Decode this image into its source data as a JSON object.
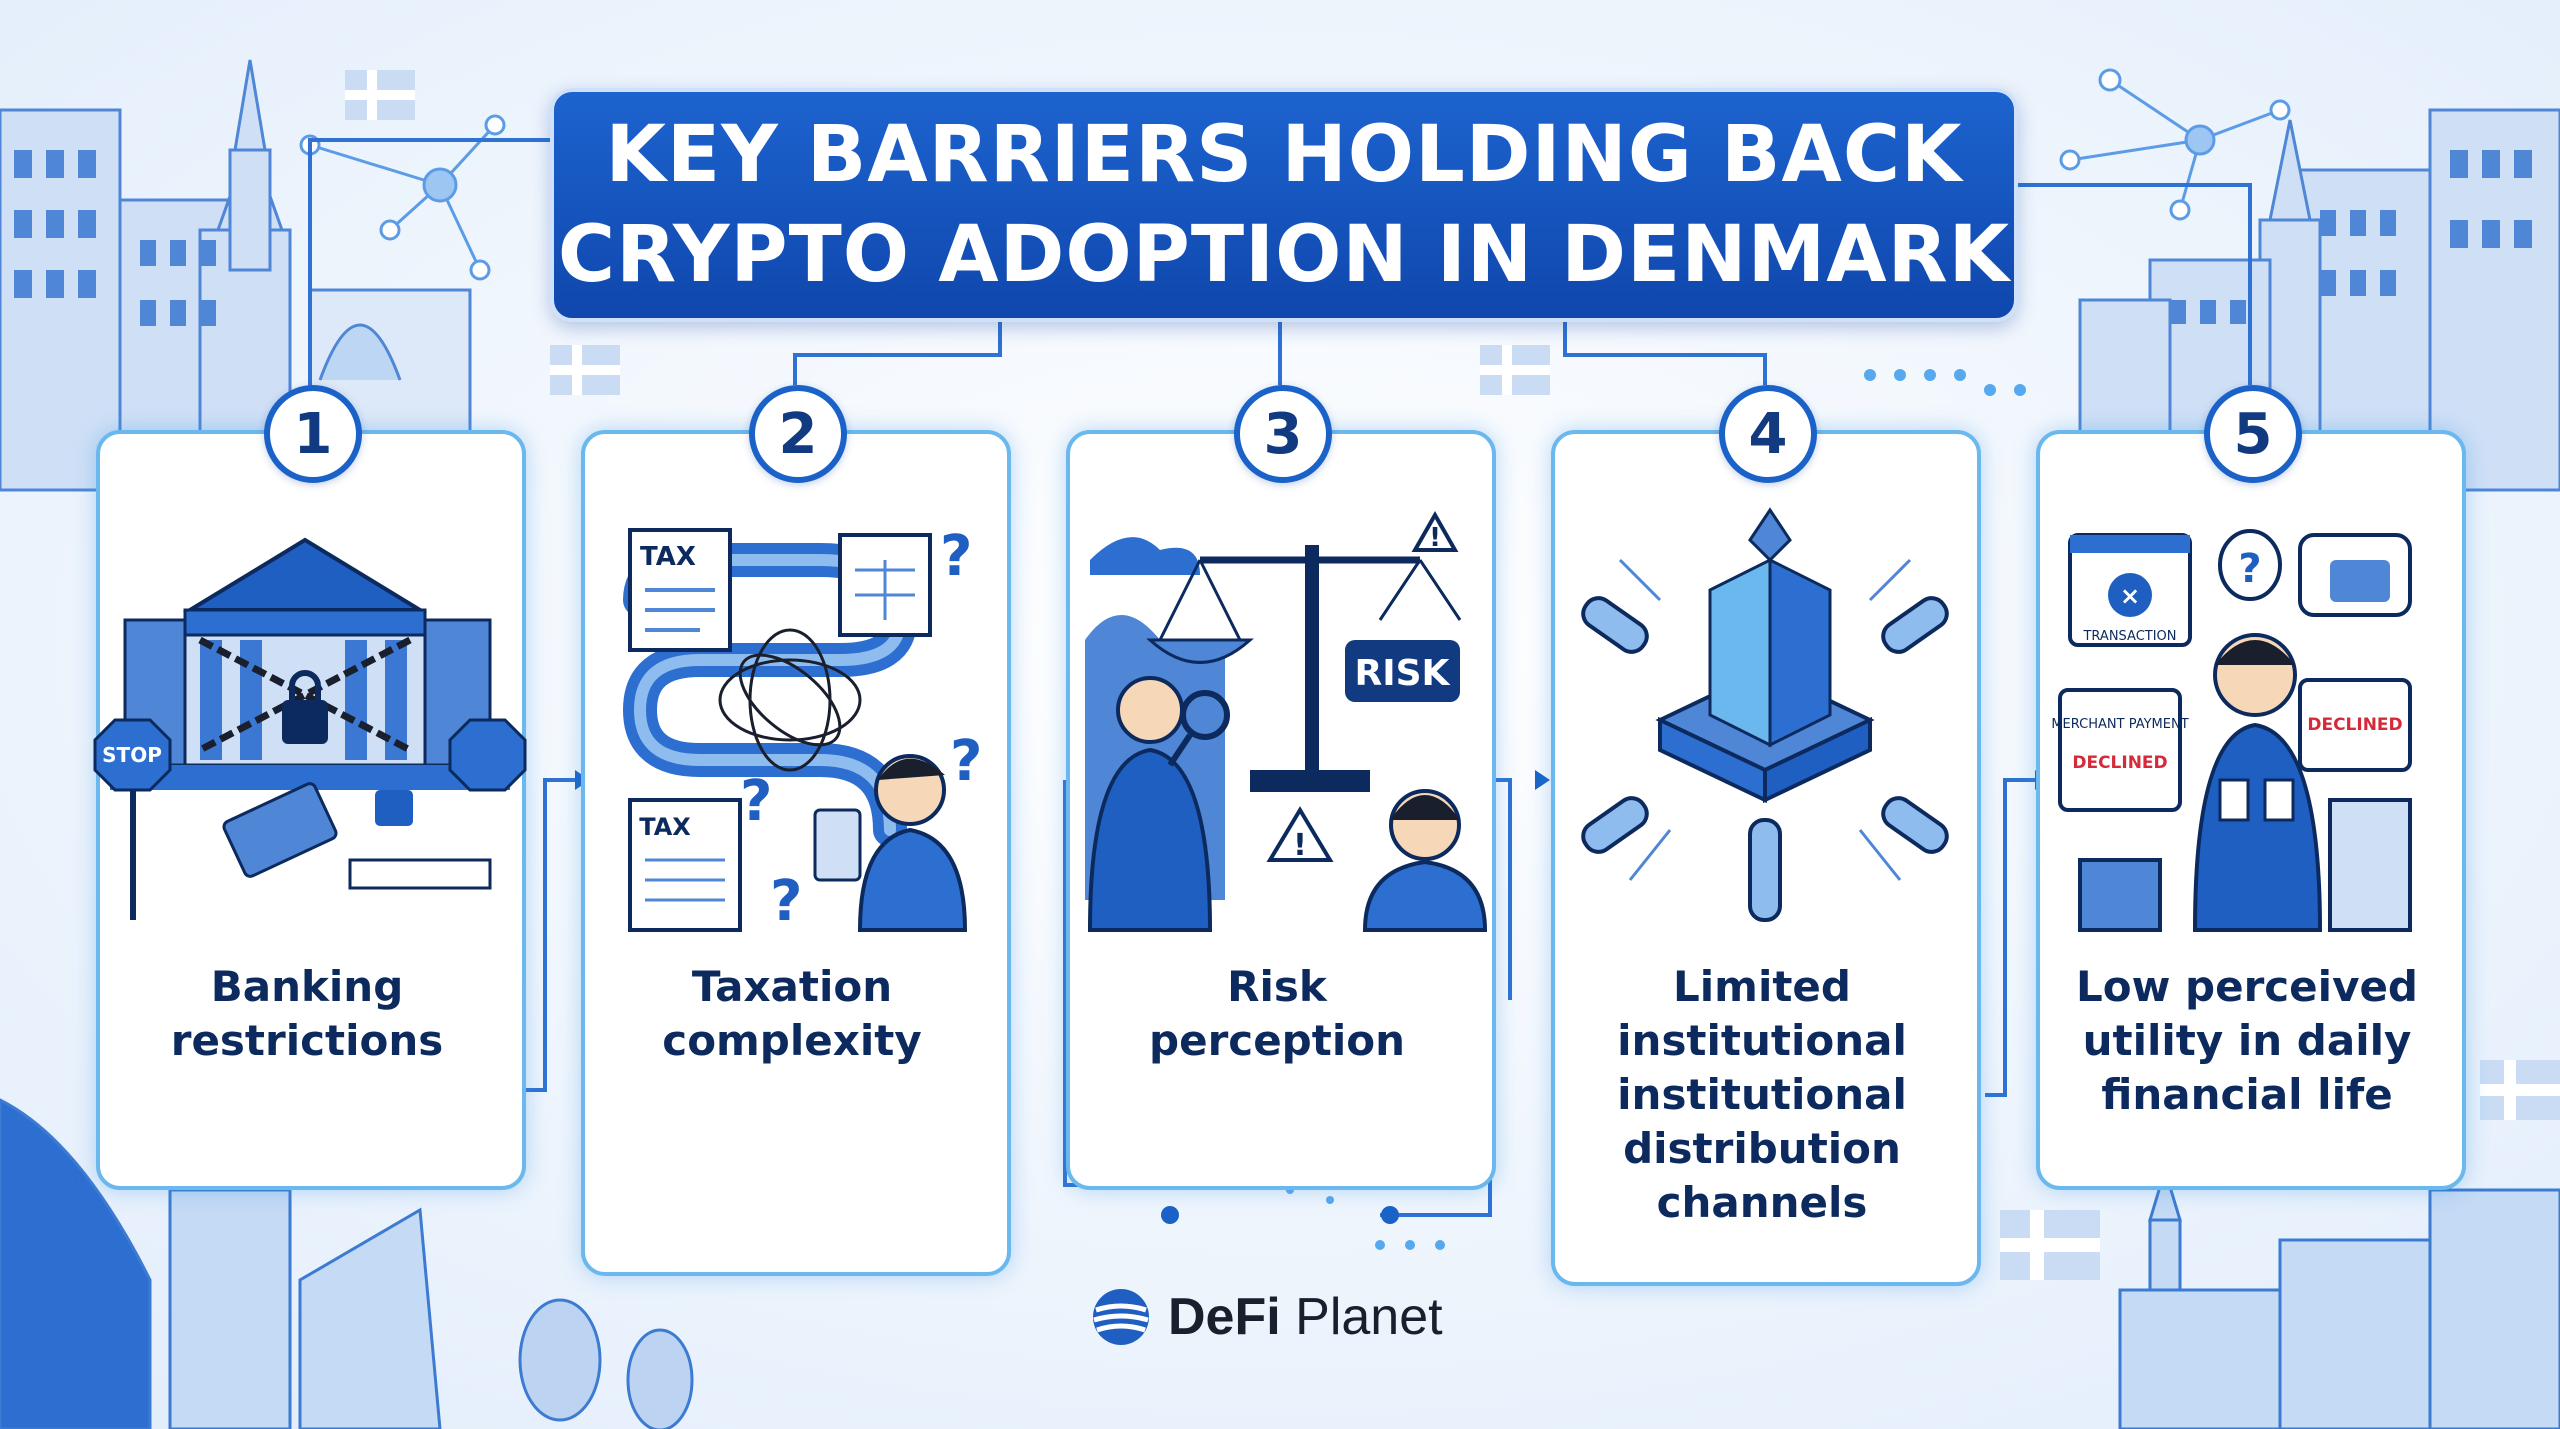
{
  "title": {
    "line1": "KEY BARRIERS HOLDING BACK",
    "line2": "CRYPTO ADOPTION IN DENMARK"
  },
  "barriers": [
    {
      "number": "1",
      "label_lines": [
        "Banking",
        "restrictions"
      ],
      "icon": "bank-chained-icon"
    },
    {
      "number": "2",
      "label_lines": [
        "Taxation",
        "complexity"
      ],
      "icon": "tax-maze-icon"
    },
    {
      "number": "3",
      "label_lines": [
        "Risk",
        "perception"
      ],
      "icon": "risk-scale-icon"
    },
    {
      "number": "4",
      "label_lines": [
        "Limited",
        "institutional",
        "institutional",
        "distribution",
        "channels"
      ],
      "icon": "broken-pipeline-icon"
    },
    {
      "number": "5",
      "label_lines": [
        "Low perceived",
        "utility in daily",
        "financial life"
      ],
      "icon": "declined-payment-icon"
    }
  ],
  "illustration_text": {
    "stop_sign": "STOP",
    "tax_doc_1": "TAX",
    "tax_doc_2": "TAX",
    "risk_sign": "RISK",
    "transaction": "TRANSACTION",
    "merchant_payment": "MERCHANT PAYMENT",
    "declined_1": "DECLINED",
    "declined_2": "DECLINED"
  },
  "brand": {
    "part1": "DeFi",
    "part2": "Planet"
  },
  "colors": {
    "primary": "#1a62c8",
    "navy": "#0c2a5e",
    "light": "#6ab8ee",
    "background": "#f4f8fd",
    "decline_red": "#d42a3a"
  }
}
